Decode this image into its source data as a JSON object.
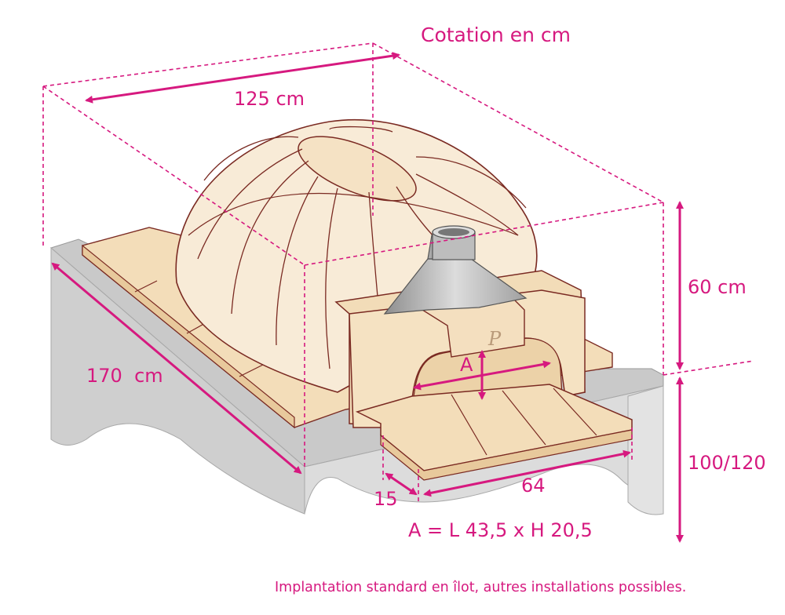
{
  "title": "Cotation en cm",
  "dims": {
    "width": "125 cm",
    "depth": "170  cm",
    "dome_height": "60 cm",
    "base_height": "100/120",
    "door_width": "64",
    "door_offset": "15",
    "opening_marker": "A",
    "opening_size": "A = L 43,5 x H 20,5"
  },
  "logo": "P",
  "footnote": "Implantation standard en îlot, autres installations possibles.",
  "colors": {
    "accent": "#d6197f",
    "dome": "#f8ebd7",
    "brick": "#f2dcb8",
    "outline": "#7a2a22",
    "base": "#d9d9d9",
    "metal": "#b7b7b7"
  }
}
